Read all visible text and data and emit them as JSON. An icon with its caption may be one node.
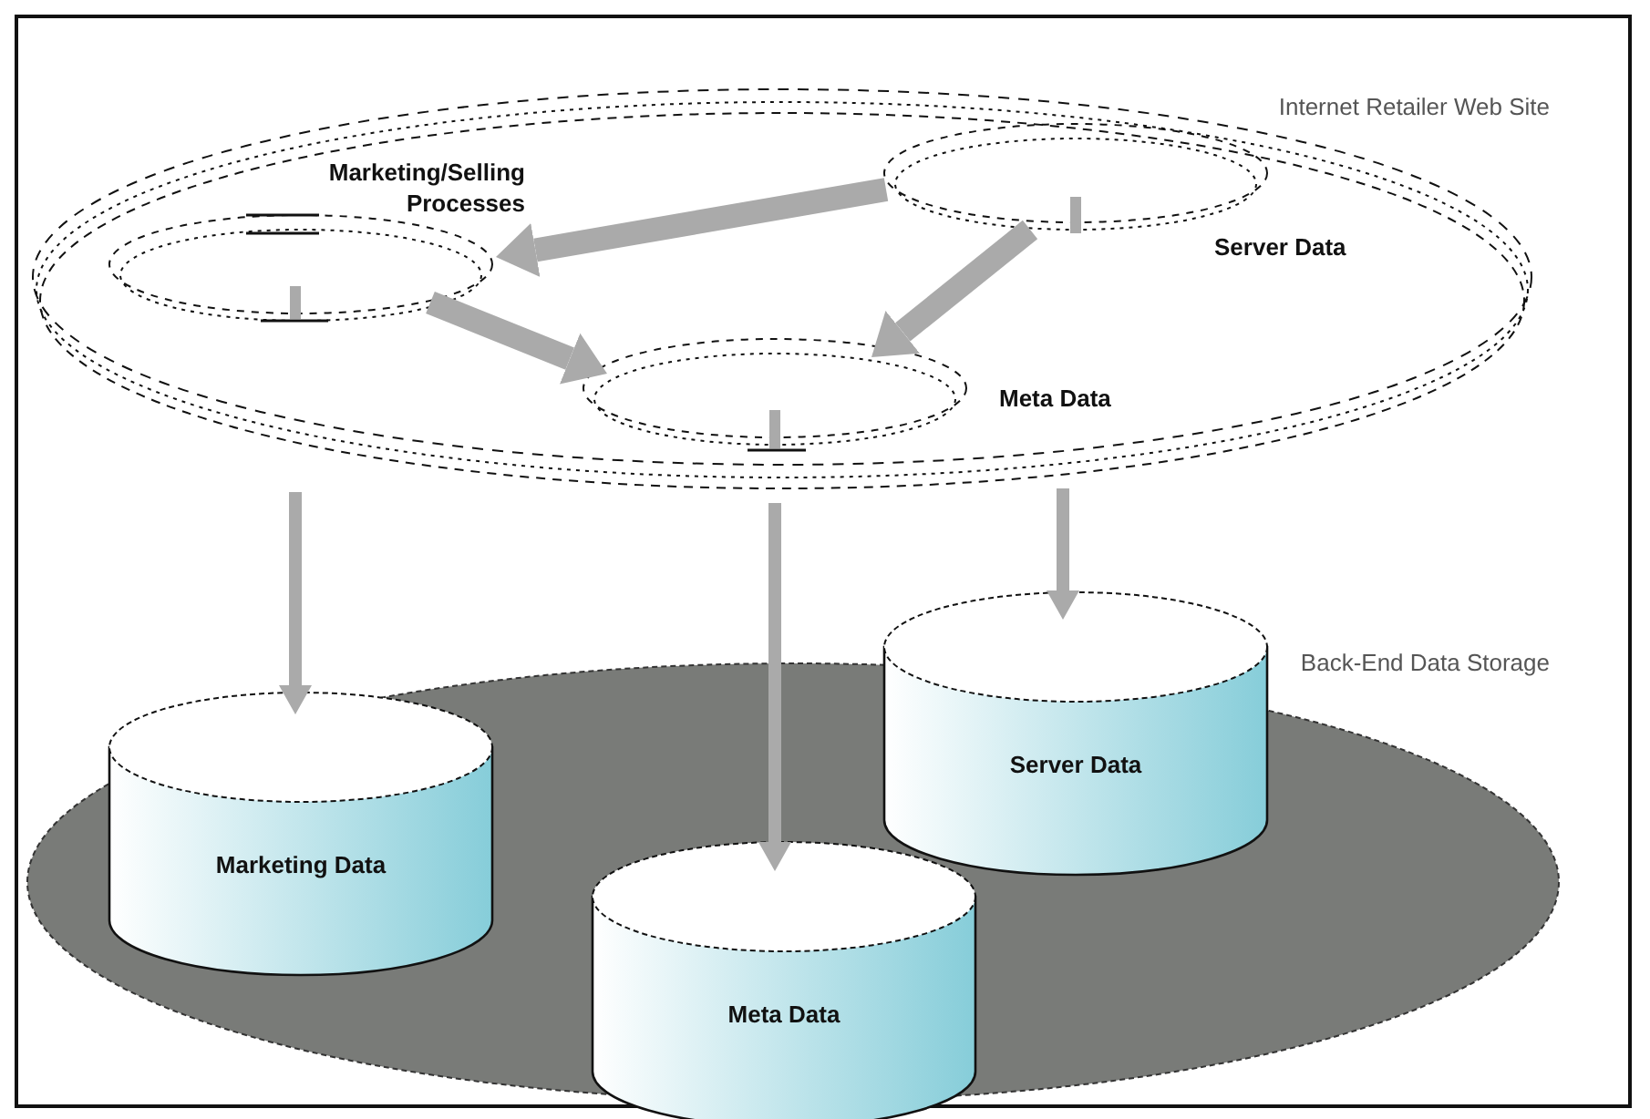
{
  "diagram": {
    "nodes": [
      {
        "text": [
          "Internet Retailer Web Site"
        ]
      },
      {
        "text": [
          "Marketing/Selling Processes"
        ],
        "in": 0
      },
      {
        "text": [
          "Server Data"
        ],
        "in": 0
      },
      {
        "text": [
          "Meta Data"
        ],
        "in": 0
      },
      {
        "text": [
          "Back-End Data Storage"
        ]
      },
      {
        "text": [
          "Marketing Data"
        ],
        "in": 4
      },
      {
        "text": [
          "Meta Data"
        ],
        "in": 4
      },
      {
        "text": [
          "Server Data"
        ],
        "in": 4
      }
    ],
    "edges": [
      {
        "from": 2,
        "to": 1,
        "arrow": "to",
        "style": "thick"
      },
      {
        "from": 1,
        "to": 3,
        "arrow": "to",
        "style": "thick"
      },
      {
        "from": 2,
        "to": 3,
        "arrow": "to",
        "style": "thick"
      },
      {
        "from": 0,
        "to": 5,
        "arrow": "to"
      },
      {
        "from": 0,
        "to": 6,
        "arrow": "to"
      },
      {
        "from": 0,
        "to": 7,
        "arrow": "to"
      }
    ]
  }
}
